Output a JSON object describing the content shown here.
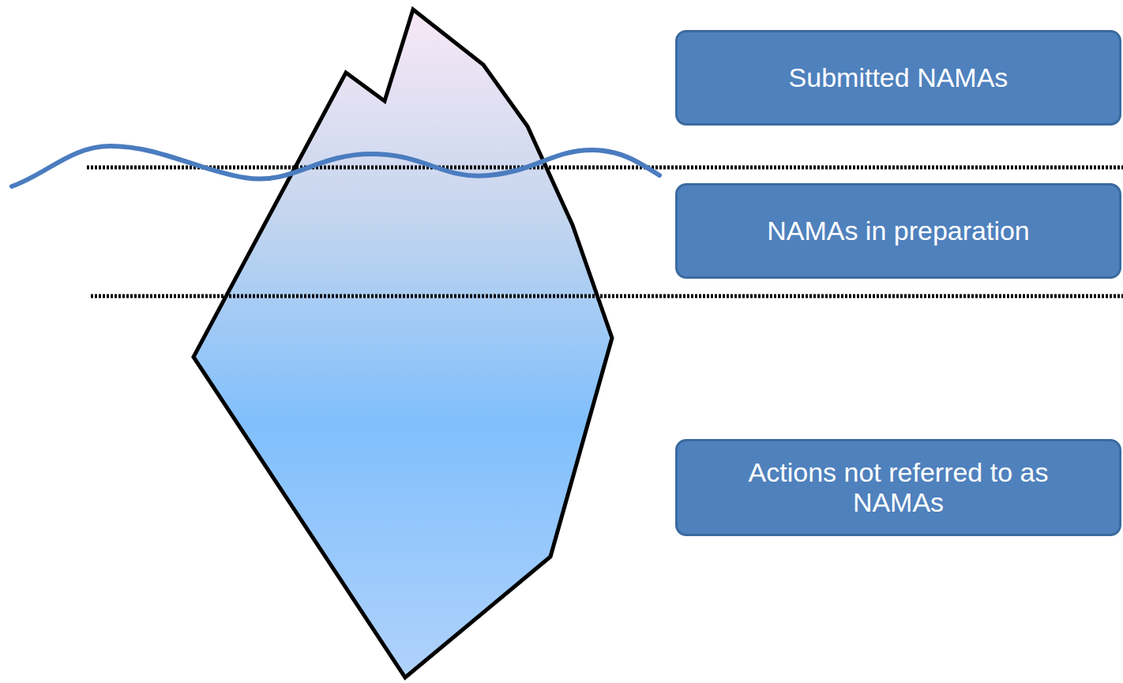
{
  "diagram": {
    "nodes": [
      {
        "text": [
          "Submitted NAMAs"
        ]
      },
      {
        "text": [
          "NAMAs in preparation"
        ]
      },
      {
        "text": [
          "Actions not referred to as NAMAs"
        ]
      }
    ]
  }
}
